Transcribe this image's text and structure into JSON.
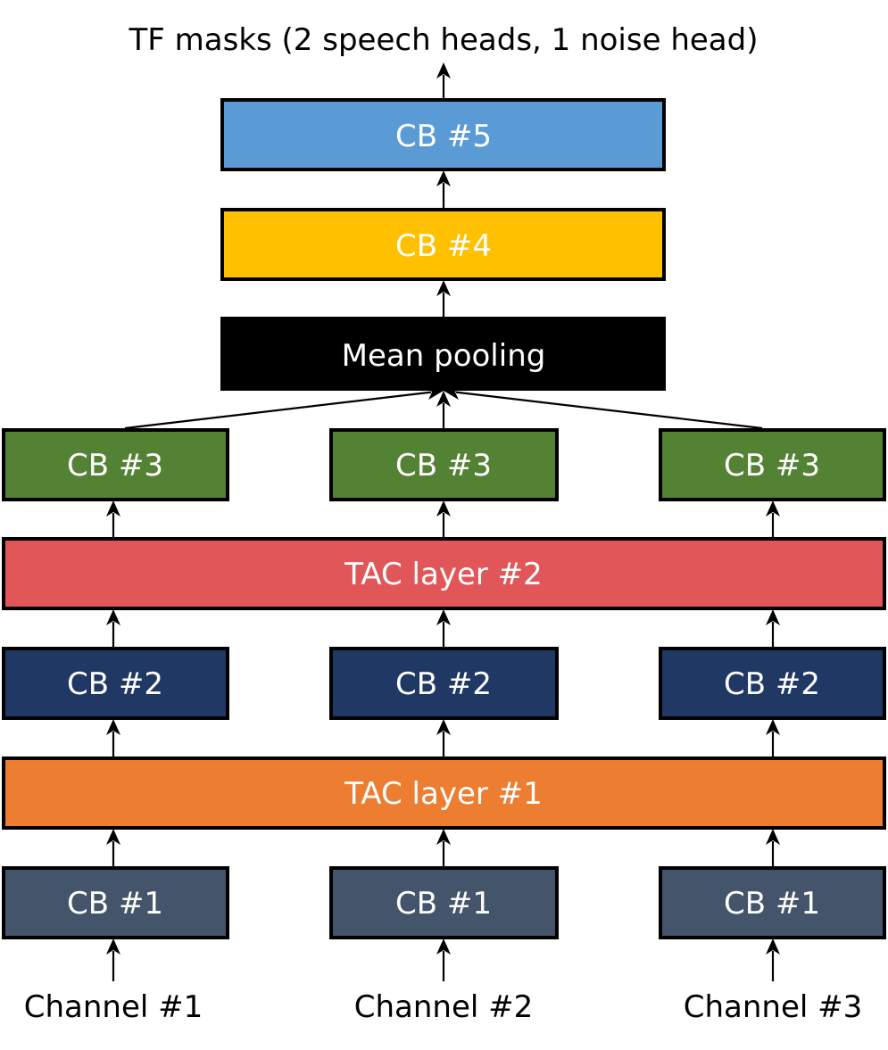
{
  "output_label": "TF masks (2 speech heads, 1 noise head)",
  "colors": {
    "cb1": "#44546A",
    "tac1": "#ED7D31",
    "cb2": "#203864",
    "tac2": "#E15759",
    "cb3": "#548235",
    "mean_pool": "#000000",
    "cb4": "#FFC000",
    "cb5": "#5B9BD5"
  },
  "blocks": {
    "cb5": "CB #5",
    "cb4": "CB #4",
    "mean_pool": "Mean pooling",
    "cb3": [
      "CB #3",
      "CB #3",
      "CB #3"
    ],
    "tac2": "TAC layer #2",
    "cb2": [
      "CB #2",
      "CB #2",
      "CB #2"
    ],
    "tac1": "TAC layer #1",
    "cb1": [
      "CB #1",
      "CB #1",
      "CB #1"
    ]
  },
  "inputs": [
    "Channel #1",
    "Channel #2",
    "Channel #3"
  ]
}
